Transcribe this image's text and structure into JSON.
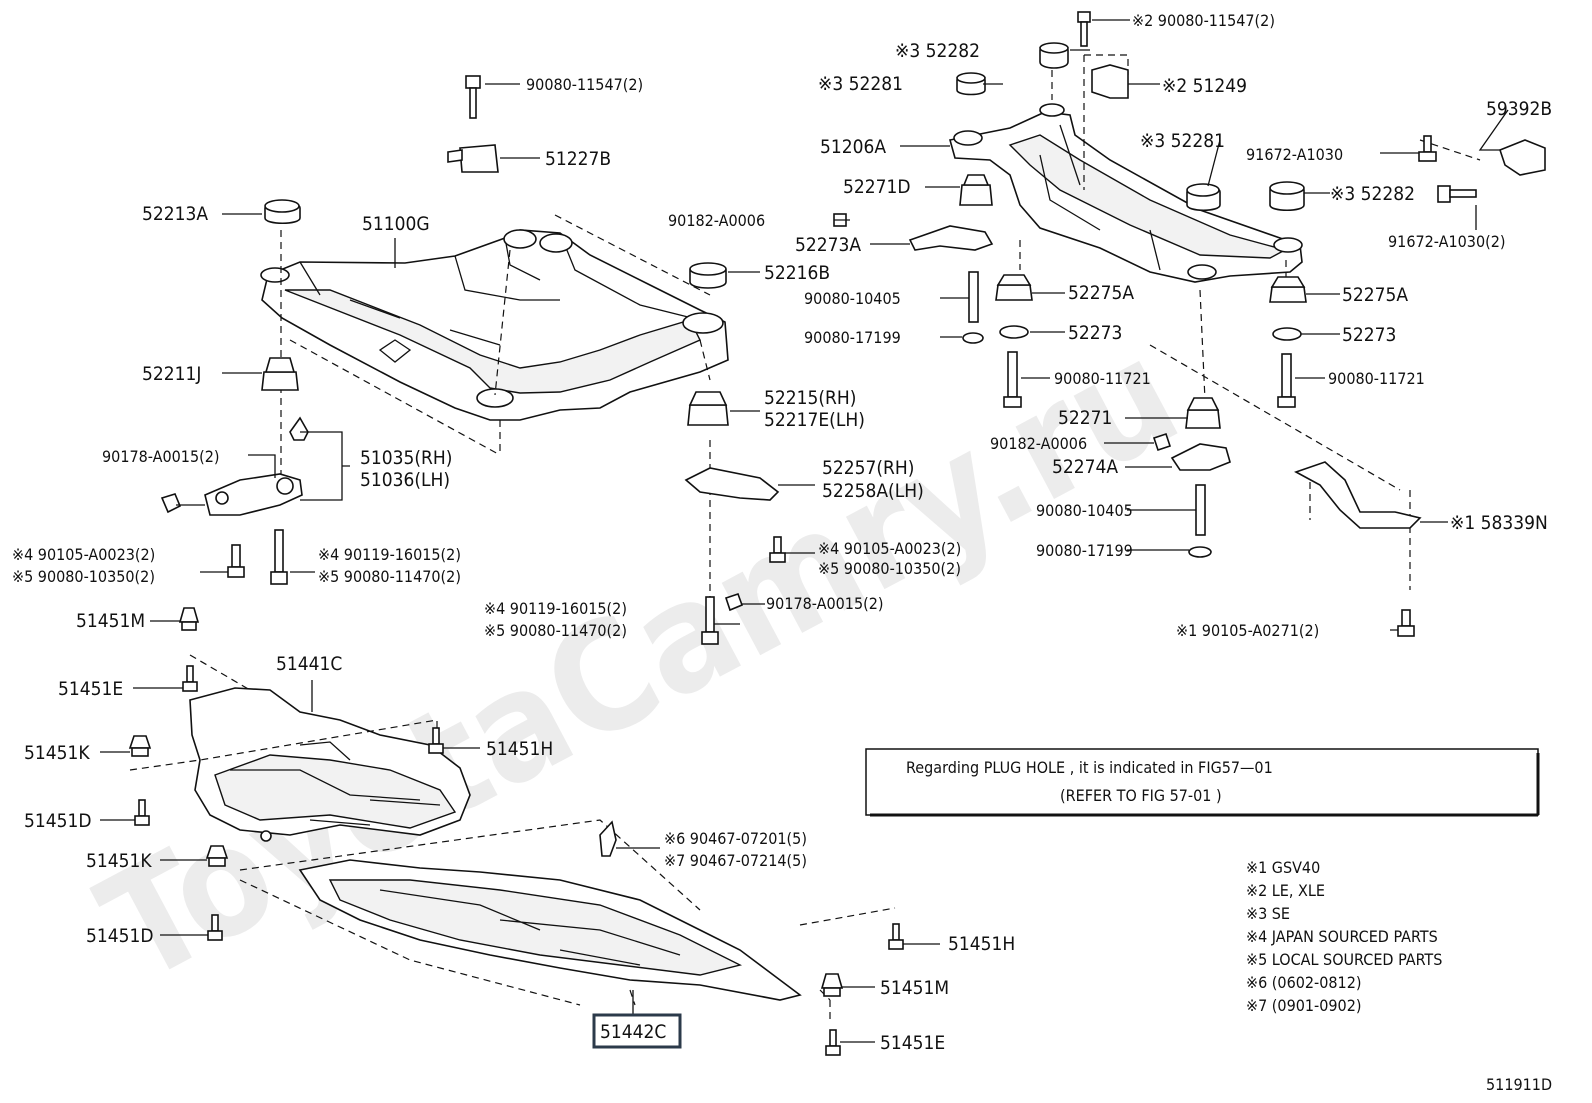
{
  "watermark": "ToyotaCamry.ru",
  "figure_code": "511911D",
  "note": {
    "line1": "Regarding   PLUG  HOLE  , it is  indicated   in  FIG57—01",
    "line2": "(REFER TO FIG   57-01  )"
  },
  "legend": [
    "※1 GSV40",
    "※2 LE, XLE",
    "※3 SE",
    "※4 JAPAN SOURCED PARTS",
    "※5 LOCAL SOURCED PARTS",
    "※6 (0602-0812)",
    "※7 (0901-0902)"
  ],
  "labels": {
    "p90080_11547_2_left": "90080-11547(2)",
    "p51227B": "51227B",
    "p52213A": "52213A",
    "p51100G": "51100G",
    "p52216B": "52216B",
    "p52211J": "52211J",
    "p52215": "52215(RH)",
    "p52217E": "52217E(LH)",
    "p90178_left": "90178-A0015(2)",
    "p51035": "51035(RH)",
    "p51036": "51036(LH)",
    "p52257": "52257(RH)",
    "p52258A": "52258A(LH)",
    "p90105_a0023_l": "※4 90105-A0023(2)",
    "p90080_10350_l": "※5 90080-10350(2)",
    "p90119_16015_l": "※4 90119-16015(2)",
    "p90080_11470_l": "※5 90080-11470(2)",
    "p90105_a0023_r": "※4 90105-A0023(2)",
    "p90080_10350_r": "※5 90080-10350(2)",
    "p90119_16015_c": "※4 90119-16015(2)",
    "p90080_11470_c": "※5 90080-11470(2)",
    "p90178_center": "90178-A0015(2)",
    "p90080_11547_top": "※2 90080-11547(2)",
    "p52282_top": "※3 52282",
    "p52281_top": "※3 52281",
    "p51249": "※2 51249",
    "p51206A": "51206A",
    "p52271D": "52271D",
    "p90182_top": "90182-A0006",
    "p52273A": "52273A",
    "p90080_10405_top": "90080-10405",
    "p90080_17199_top": "90080-17199",
    "p52275A_mid": "52275A",
    "p52273_mid": "52273",
    "p90080_11721_mid": "90080-11721",
    "p52281_mid": "※3 52281",
    "p52282_mid": "※3 52282",
    "p59392B": "59392B",
    "p91672_a1030": "91672-A1030",
    "p91672_a1030_2": "91672-A1030(2)",
    "p52275A_right": "52275A",
    "p52273_right": "52273",
    "p90080_11721_right": "90080-11721",
    "p52271": "52271",
    "p90182_low": "90182-A0006",
    "p52274A": "52274A",
    "p90080_10405_low": "90080-10405",
    "p90080_17199_low": "90080-17199",
    "p58339N": "※1 58339N",
    "p90105_a0271": "※1 90105-A0271(2)",
    "p51451M_top": "51451M",
    "p51451E_top": "51451E",
    "p51441C": "51441C",
    "p51451K_top": "51451K",
    "p51451H_top": "51451H",
    "p51451D_top": "51451D",
    "p90467_07201": "※6 90467-07201(5)",
    "p90467_07214": "※7 90467-07214(5)",
    "p51451K_low": "51451K",
    "p51451D_low": "51451D",
    "p51451H_low": "51451H",
    "p51451M_low": "51451M",
    "p51451E_low": "51451E",
    "p51442C": "51442C"
  }
}
